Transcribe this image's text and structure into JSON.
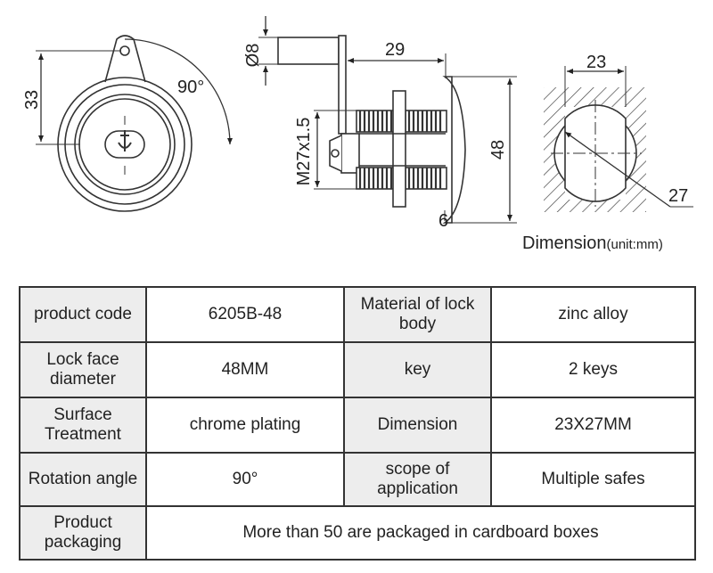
{
  "drawing": {
    "front_view": {
      "height_dim": "33",
      "angle_dim": "90°"
    },
    "side_view": {
      "pin_dia": "Ø8",
      "length_dim": "29",
      "thread_dim": "M27x1.5",
      "face_dia": "48",
      "flange_dim": "6"
    },
    "cutout_view": {
      "width_dim": "23",
      "height_dim": "27"
    }
  },
  "caption": {
    "title": "Dimension",
    "unit": "(unit:mm)"
  },
  "specs": {
    "row1": {
      "label_a": "product code",
      "value_a": "6205B-48",
      "label_b": "Material of lock body",
      "value_b": "zinc alloy"
    },
    "row2": {
      "label_a": "Lock face diameter",
      "value_a": "48MM",
      "label_b": "key",
      "value_b": "2 keys"
    },
    "row3": {
      "label_a": "Surface Treatment",
      "value_a": "chrome plating",
      "label_b": "Dimension",
      "value_b": "23X27MM"
    },
    "row4": {
      "label_a": "Rotation angle",
      "value_a": "90°",
      "label_b": "scope of application",
      "value_b": "Multiple safes"
    },
    "row5": {
      "label_a": "Product packaging",
      "value_a": "More than 50 are packaged in cardboard boxes"
    }
  }
}
